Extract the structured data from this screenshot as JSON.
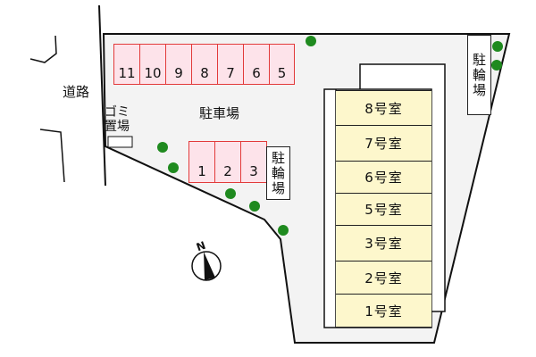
{
  "road": {
    "label": "道路"
  },
  "parking_lot": {
    "label": "駐車場",
    "slot_color": "#fde3ea",
    "slot_border": "#e23a3a"
  },
  "parking_row_top": [
    "11",
    "10",
    "9",
    "8",
    "7",
    "6",
    "5"
  ],
  "parking_row_bottom": [
    "1",
    "2",
    "3"
  ],
  "garbage": {
    "line1": "ゴミ",
    "line2": "置場"
  },
  "bike_parking_center": {
    "chars": [
      "駐",
      "輪",
      "場"
    ]
  },
  "bike_parking_right": {
    "chars": [
      "駐",
      "輪",
      "場"
    ]
  },
  "building": {
    "fill": "#fdf7cc",
    "rooms": [
      "8号室",
      "7号室",
      "6号室",
      "5号室",
      "3号室",
      "2号室",
      "1号室"
    ]
  },
  "compass": {
    "label": "N"
  },
  "site_fill": "#f3f3f3",
  "tree_color": "#1f8a1f"
}
